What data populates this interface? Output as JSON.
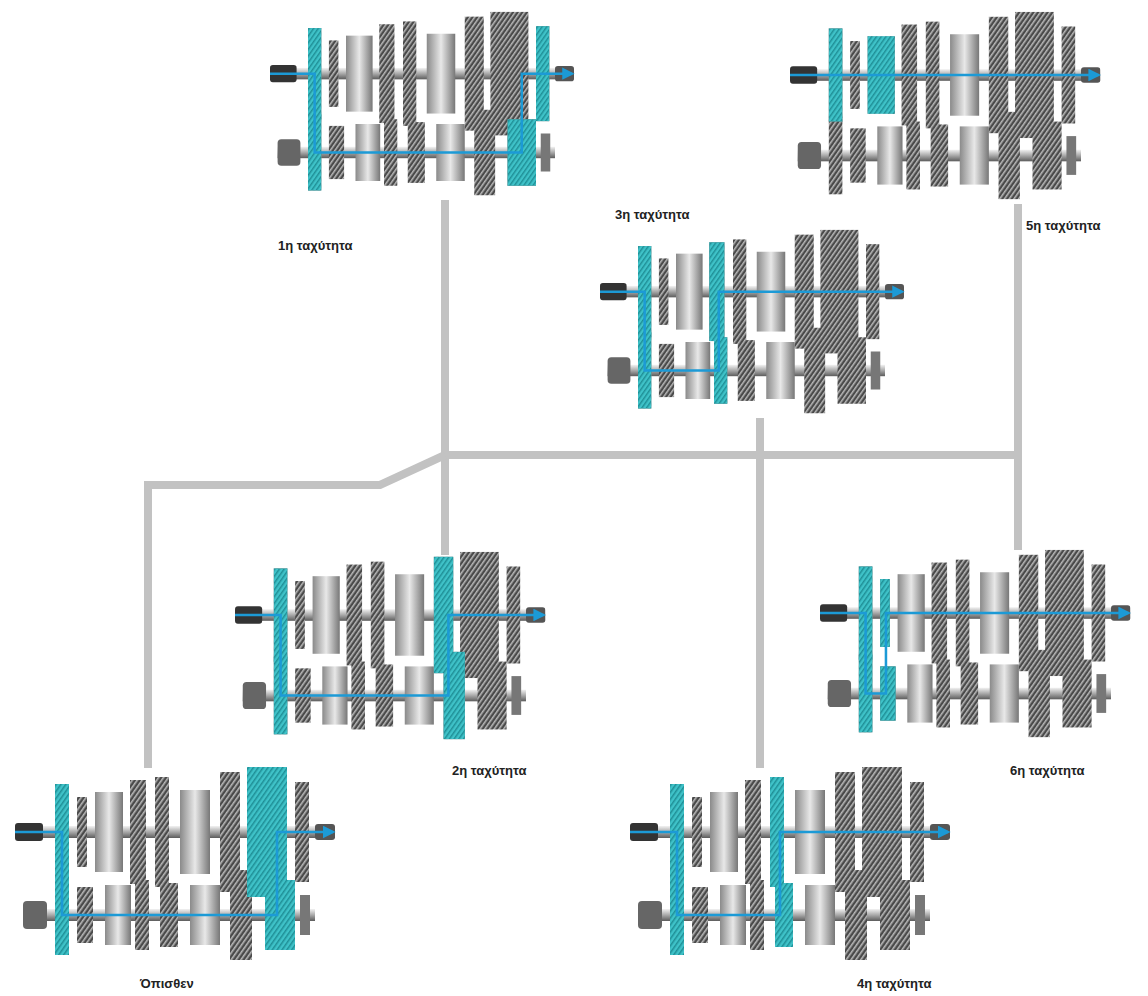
{
  "diagram": {
    "labels": [
      "1η ταχύτητα",
      "3η ταχύτητα",
      "5η ταχύτητα",
      "2η ταχύτητα",
      "6η ταχύτητα",
      "Όπισθεν",
      "4η ταχύτητα"
    ]
  }
}
